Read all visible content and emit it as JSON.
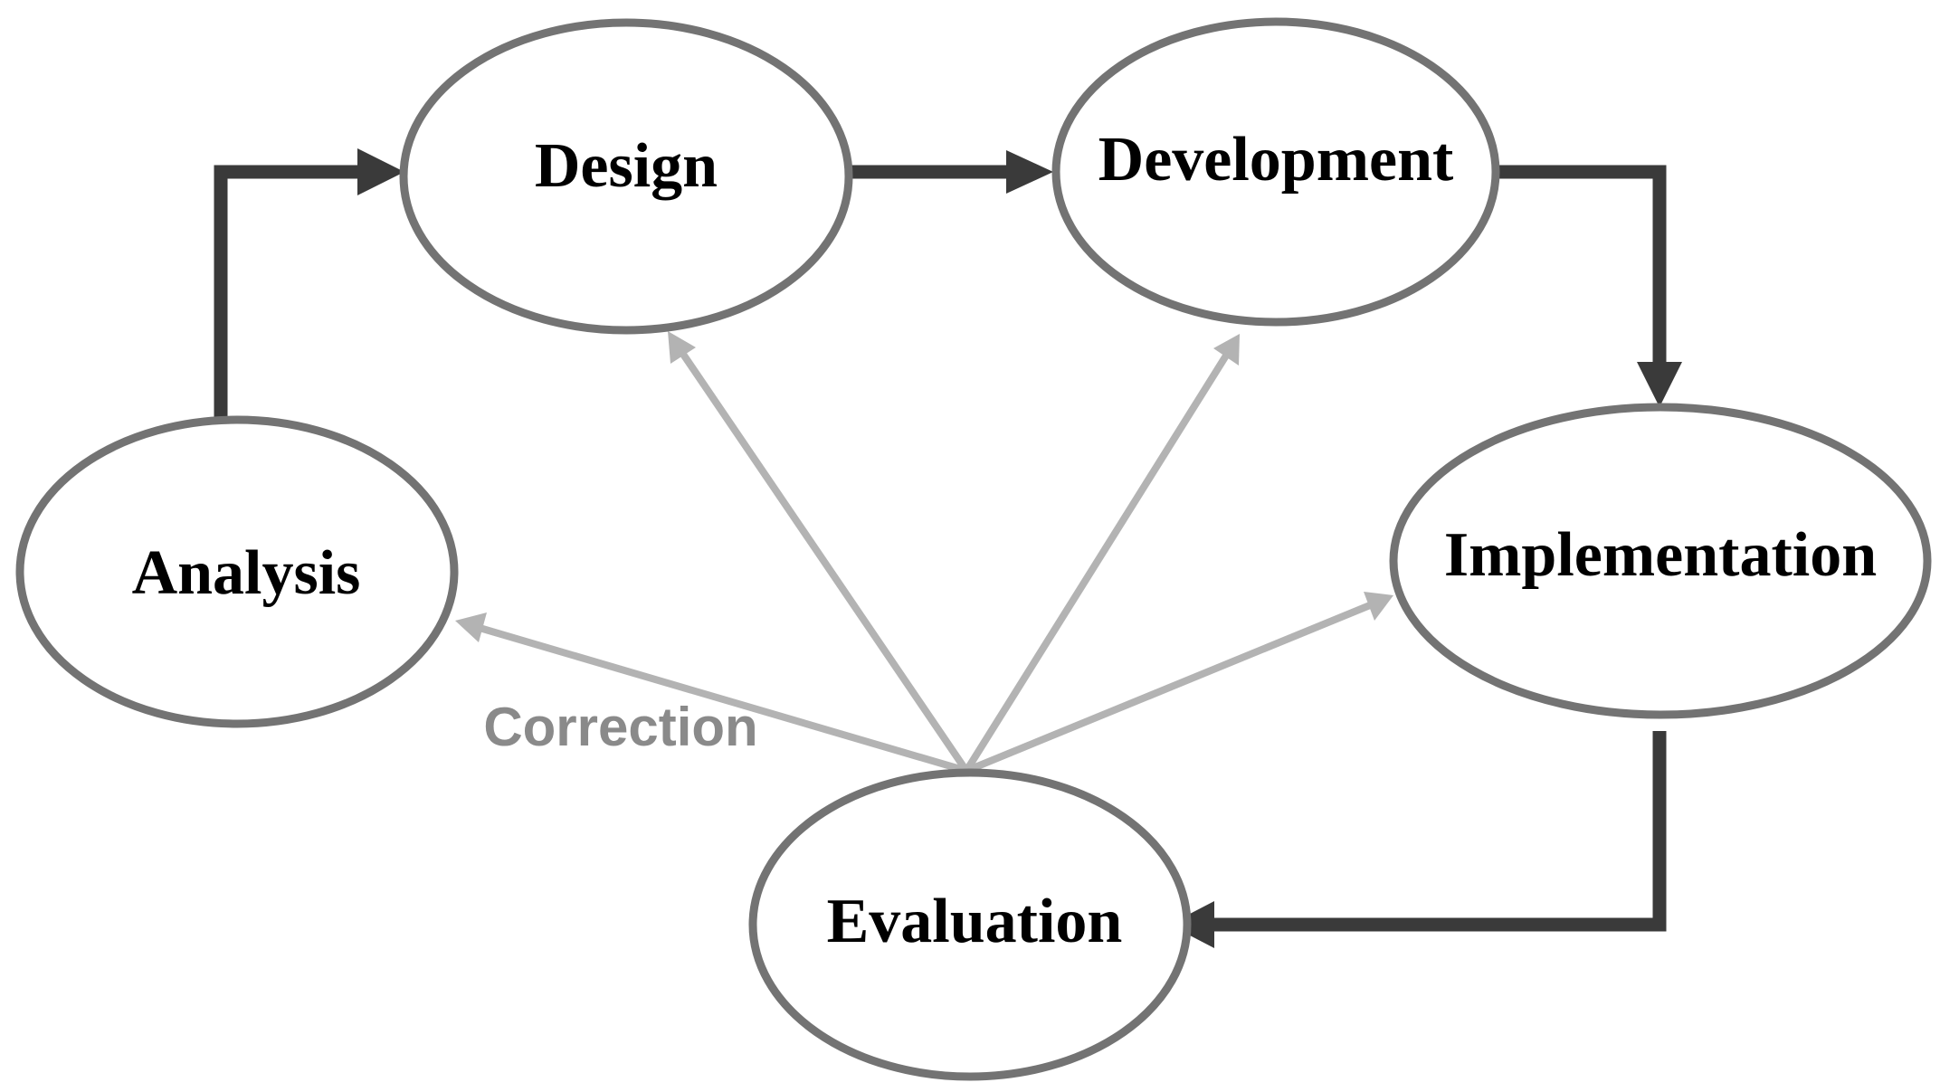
{
  "diagram": {
    "nodes": {
      "analysis": "Analysis",
      "design": "Design",
      "development": "Development",
      "implementation": "Implementation",
      "evaluation": "Evaluation"
    },
    "correction_label": "Correction"
  },
  "colors": {
    "node_stroke": "#737373",
    "flow_arrow": "#3a3a3a",
    "correction_arrow": "#b3b3b3",
    "correction_text": "#8a8a8a"
  }
}
